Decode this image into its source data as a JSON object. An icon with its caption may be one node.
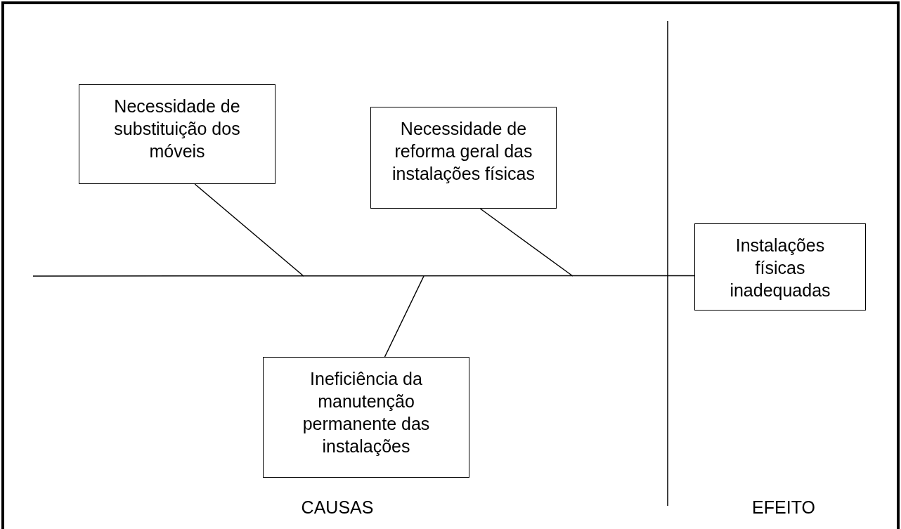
{
  "diagram": {
    "nodes": [
      {
        "text": [
          "Necessidade de substituição dos móveis"
        ]
      },
      {
        "text": [
          "Necessidade de reforma geral das instalações físicas"
        ]
      },
      {
        "text": [
          "Ineficiência da manutenção permanente das instalações"
        ]
      },
      {
        "text": [
          "Instalações físicas inadequadas"
        ]
      }
    ],
    "edges": [
      {
        "from": null,
        "to": 3,
        "arrow": "none"
      },
      {
        "from": 0,
        "to": null,
        "arrow": "none"
      },
      {
        "from": 1,
        "to": null,
        "arrow": "none"
      },
      {
        "from": 2,
        "to": null,
        "arrow": "none"
      }
    ],
    "labels": [
      "CAUSAS",
      "EFEITO"
    ]
  }
}
